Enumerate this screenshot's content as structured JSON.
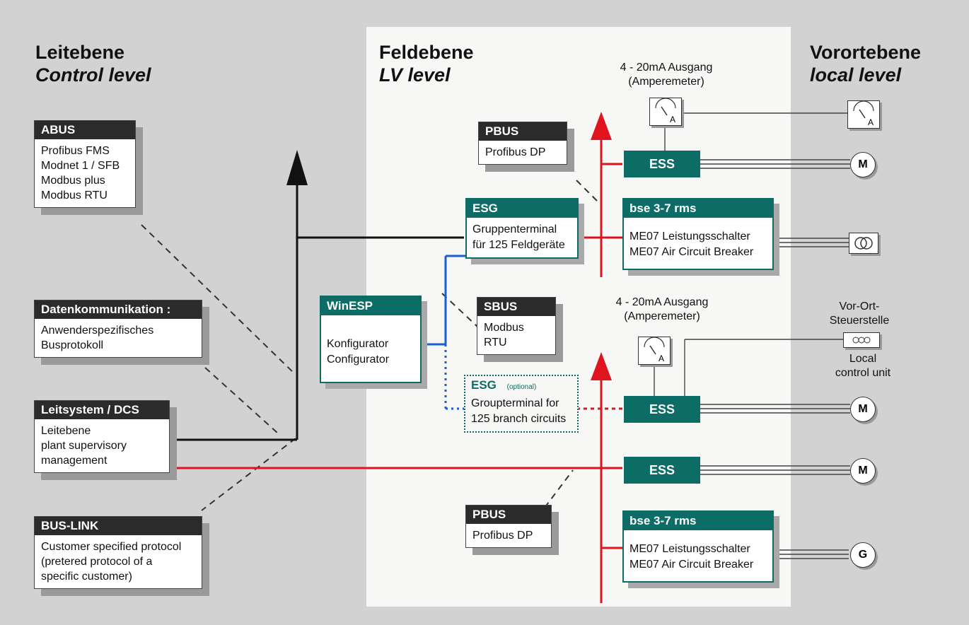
{
  "levels": {
    "control": {
      "de": "Leitebene",
      "en": "Control level"
    },
    "field": {
      "de": "Feldebene",
      "en": "LV level"
    },
    "local": {
      "de": "Vorortebene",
      "en": "local level"
    }
  },
  "boxes": {
    "abus": {
      "title": "ABUS",
      "lines": [
        "Profibus FMS",
        "Modnet 1 / SFB",
        "Modbus plus",
        "Modbus RTU"
      ]
    },
    "datenkommunikation": {
      "title": "Datenkommunikation :",
      "lines": [
        "Anwenderspezifisches",
        "Busprotokoll"
      ]
    },
    "leitsystem": {
      "title": "Leitsystem / DCS",
      "lines": [
        "Leitebene",
        "plant supervisory",
        "management"
      ]
    },
    "buslink": {
      "title": "BUS-LINK",
      "lines": [
        "Customer specified protocol",
        "(pretered protocol of a",
        "specific customer)"
      ]
    },
    "pbus_top": {
      "title": "PBUS",
      "lines": [
        "Profibus DP"
      ]
    },
    "pbus_bottom": {
      "title": "PBUS",
      "lines": [
        "Profibus DP"
      ]
    },
    "sbus": {
      "title": "SBUS",
      "lines": [
        "Modbus RTU"
      ]
    },
    "esg": {
      "title": "ESG",
      "lines": [
        "Gruppenterminal",
        "für 125 Feldgeräte"
      ]
    },
    "esg_optional": {
      "title": "ESG",
      "note": "(optional)",
      "lines": [
        "Groupterminal for",
        "125 branch circuits"
      ]
    },
    "winesp": {
      "title": "WinESP",
      "lines": [
        "Konfigurator",
        "Configurator"
      ]
    },
    "bse_top": {
      "title": "bse 3-7 rms",
      "lines": [
        "ME07  Leistungsschalter",
        "ME07  Air Circuit Breaker"
      ]
    },
    "bse_bottom": {
      "title": "bse 3-7 rms",
      "lines": [
        "ME07  Leistungsschalter",
        "ME07  Air Circuit Breaker"
      ]
    }
  },
  "ess_label": "ESS",
  "meter_symbol": "A",
  "loads": {
    "motor": "M",
    "generator": "G"
  },
  "labels": {
    "ausgang_top": [
      "4 - 20mA Ausgang",
      "(Amperemeter)"
    ],
    "ausgang_mid": [
      "4 - 20mA Ausgang",
      "(Amperemeter)"
    ],
    "vorort": [
      "Vor-Ort-",
      "Steuerstelle"
    ],
    "local_control": [
      "Local",
      "control unit"
    ]
  },
  "colors": {
    "teal": "#0e6c66",
    "red": "#e0141e",
    "blue": "#1a5fd0",
    "black": "#111111",
    "panel": "#f7f7f6",
    "background": "#d2d2d2"
  }
}
